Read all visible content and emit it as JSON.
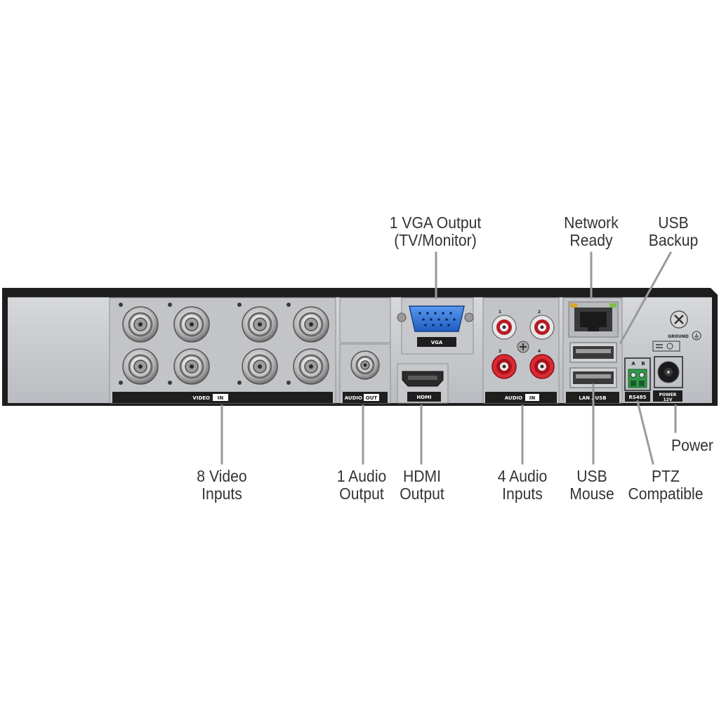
{
  "callouts": {
    "vga": [
      "1 VGA Output",
      "(TV/Monitor)"
    ],
    "network": [
      "Network",
      "Ready"
    ],
    "usb_backup": [
      "USB",
      "Backup"
    ],
    "video_in": [
      "8 Video",
      "Inputs"
    ],
    "audio_out": [
      "1 Audio",
      "Output"
    ],
    "hdmi": [
      "HDMI",
      "Output"
    ],
    "audio_in": [
      "4 Audio",
      "Inputs"
    ],
    "usb_mouse": [
      "USB",
      "Mouse"
    ],
    "ptz": [
      "PTZ",
      "Compatible"
    ],
    "power": [
      "Power"
    ]
  },
  "panel_labels": {
    "video": "VIDEO",
    "video_tag": "IN",
    "audio_out": "AUDIO",
    "audio_out_tag": "OUT",
    "hdmi": "HDMI",
    "vga": "VGA",
    "audio_in": "AUDIO",
    "audio_in_tag": "IN",
    "lan_usb": "LAN / USB",
    "rs485": "RS485",
    "rs485_a": "A",
    "rs485_b": "B",
    "power": "POWER",
    "power_v": "12V",
    "ground": "GROUND",
    "audio_in_nums": [
      "1",
      "2",
      "3",
      "4"
    ]
  },
  "colors": {
    "chassis_top": "#1e1e1e",
    "panel": "#c9cbce",
    "leader": "#9a9a9a",
    "vga_port": "#2a6fd6",
    "rca_red": "#c81e2a",
    "terminal_green": "#2f9a4a"
  }
}
